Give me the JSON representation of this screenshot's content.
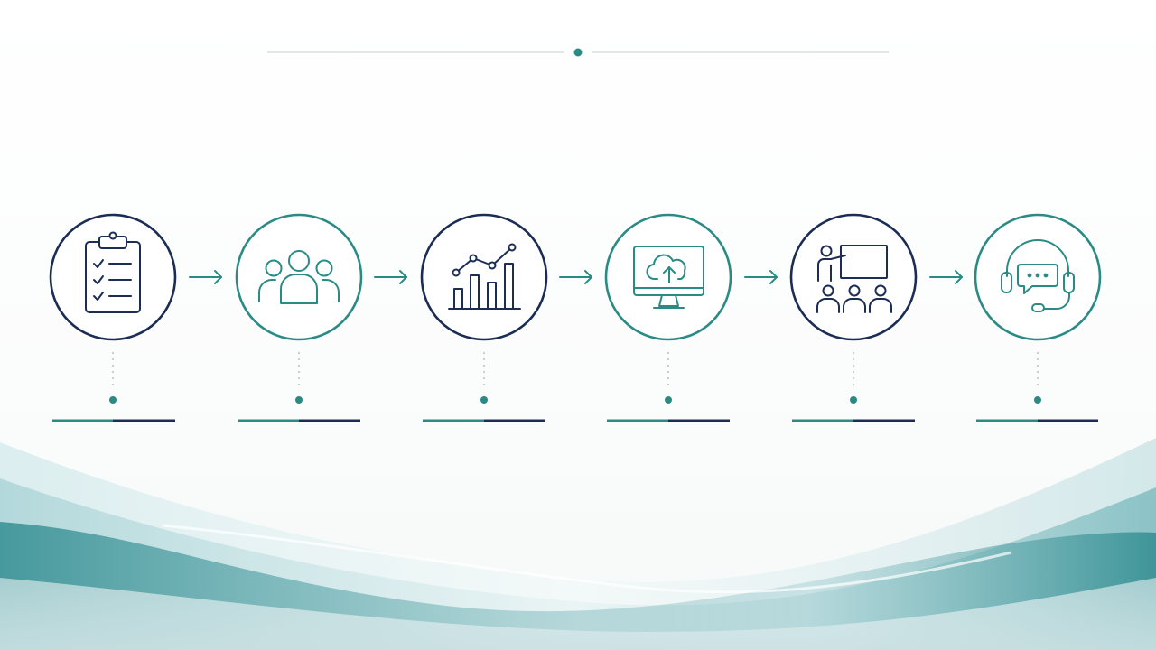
{
  "colors": {
    "navy": "#1b2d55",
    "teal": "#2a8b85",
    "divider_line": "#cfd8d8",
    "wave_dark": "#2c8a8e",
    "wave_mid": "#8fc2c6",
    "wave_light": "#d9ecee",
    "connector_dots": "#b9c4c6"
  },
  "steps": [
    {
      "icon": "clipboard-checklist-icon",
      "ring": "navy"
    },
    {
      "icon": "team-group-icon",
      "ring": "teal"
    },
    {
      "icon": "growth-bar-chart-icon",
      "ring": "navy"
    },
    {
      "icon": "cloud-upload-monitor-icon",
      "ring": "teal"
    },
    {
      "icon": "presentation-training-icon",
      "ring": "navy"
    },
    {
      "icon": "customer-support-headset-icon",
      "ring": "teal"
    }
  ],
  "arrows": [
    "arrow-right-icon",
    "arrow-right-icon",
    "arrow-right-icon",
    "arrow-right-icon",
    "arrow-right-icon"
  ]
}
